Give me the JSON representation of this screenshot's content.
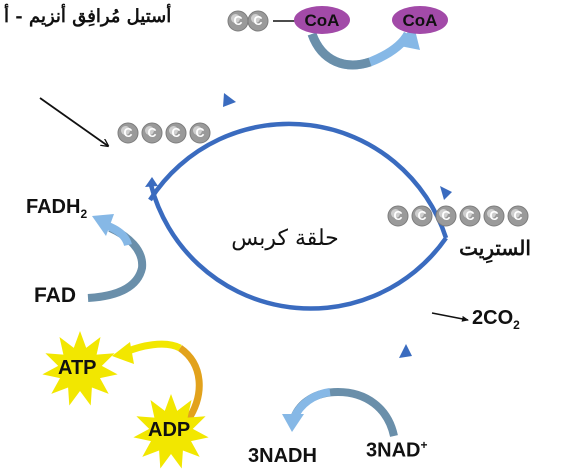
{
  "colors": {
    "cycle": "#3a6bbf",
    "carbon": "#9a9a9a",
    "coa": "#a24aa8",
    "out_arrow": "#86b8e6",
    "in_arrow": "#6a8faa",
    "atp_star": "#f2e700",
    "adp_arrow": "#e2a21c"
  },
  "labels": {
    "acetyl_coa": "أستيل مُرافِق أنزيم - أ",
    "coa_left": "CoA",
    "coa_right": "CoA",
    "cycle_name": "حلقة كربس",
    "citrate": "السترِيت",
    "fadh2": "FADH",
    "fadh2_sub": "2",
    "fad": "FAD",
    "atp": "ATP",
    "adp": "ADP",
    "co2": "2CO",
    "co2_sub": "2",
    "nadh": "3NADH",
    "nad": "3NAD",
    "nad_sup": "+"
  },
  "carbon_letter": "C",
  "carbon_counts": {
    "acetyl": 2,
    "four_carbon": 4,
    "citrate": 6
  }
}
